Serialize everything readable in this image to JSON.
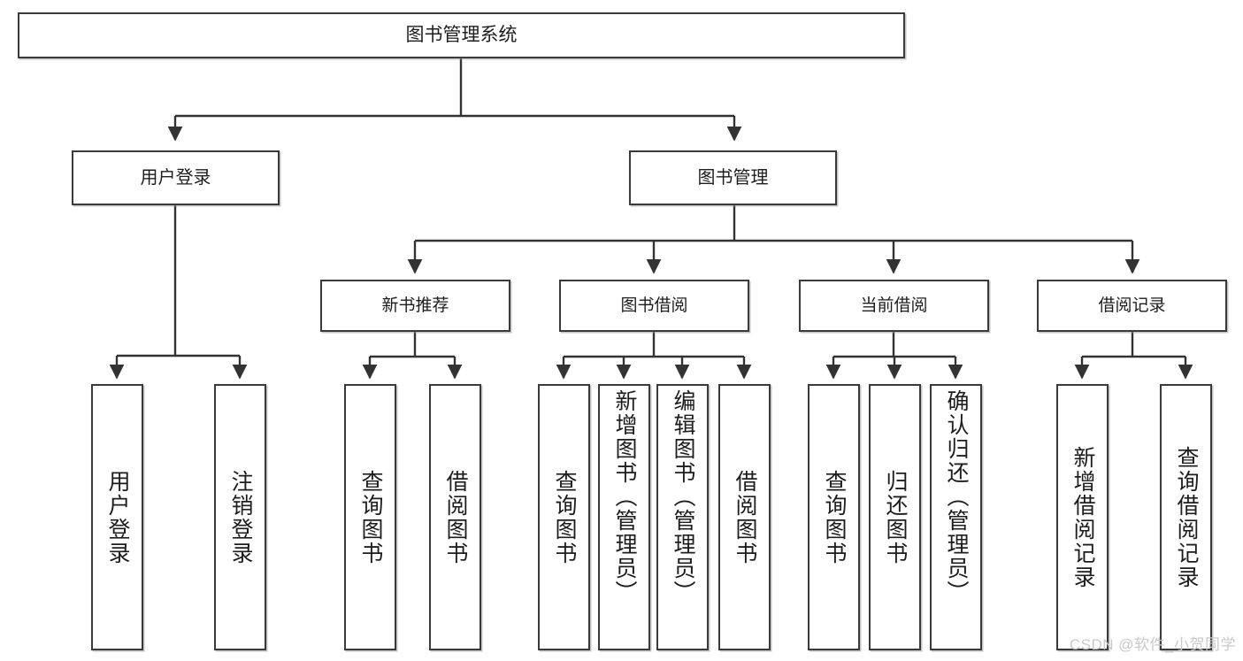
{
  "diagram": {
    "title": "图书管理系统",
    "type": "hierarchy-tree",
    "root": {
      "label": "图书管理系统"
    },
    "level2": [
      {
        "label": "用户登录"
      },
      {
        "label": "图书管理"
      }
    ],
    "level3": [
      {
        "label": "新书推荐"
      },
      {
        "label": "图书借阅"
      },
      {
        "label": "当前借阅"
      },
      {
        "label": "借阅记录"
      }
    ],
    "leaves": {
      "user_login": [
        {
          "label": "用户登录"
        },
        {
          "label": "注销登录"
        }
      ],
      "new_book_recommend": [
        {
          "label": "查询图书"
        },
        {
          "label": "借阅图书"
        }
      ],
      "book_borrow": [
        {
          "label": "查询图书"
        },
        {
          "label": "新增图书（管理员）"
        },
        {
          "label": "编辑图书（管理员）"
        },
        {
          "label": "借阅图书"
        }
      ],
      "current_borrow": [
        {
          "label": "查询图书"
        },
        {
          "label": "归还图书"
        },
        {
          "label": "确认归还（管理员）"
        }
      ],
      "borrow_record": [
        {
          "label": "新增借阅记录"
        },
        {
          "label": "查询借阅记录"
        }
      ]
    }
  },
  "watermark": {
    "text": "CSDN @软件_小贺同学"
  },
  "colors": {
    "box_border": "#3a3a3a",
    "box_fill": "#ffffff",
    "connector": "#333333",
    "text": "#1d1d1d",
    "watermark": "#c9c9c9",
    "background": "#ffffff"
  }
}
